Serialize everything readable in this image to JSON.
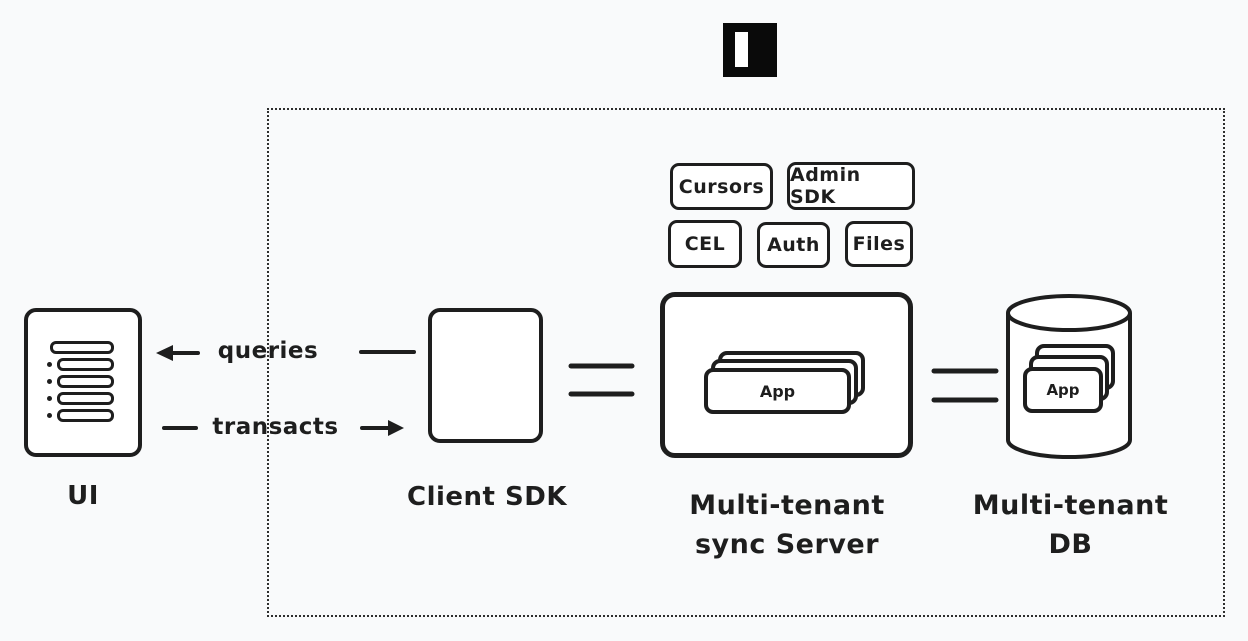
{
  "colors": {
    "background": "#f9fafb",
    "ink": "#1e1e1e",
    "node_fill": "#ffffff",
    "logo_bg": "#0a0a0a"
  },
  "icons": {
    "logo": "instant-logo",
    "ui_list": "list-icon",
    "db": "database-cylinder-icon",
    "queries_arrow": "arrow-left-icon",
    "transacts_arrow": "arrow-right-icon",
    "sync_links": "double-line-sync-icon"
  },
  "nodes": {
    "ui": {
      "label": "UI"
    },
    "client_sdk": {
      "label": "Client SDK"
    },
    "sync_server": {
      "label_line1": "Multi-tenant",
      "label_line2": "sync Server",
      "card_label": "App"
    },
    "db": {
      "label_line1": "Multi-tenant",
      "label_line2": "DB",
      "card_label": "App"
    }
  },
  "badges": [
    {
      "label": "Cursors"
    },
    {
      "label": "Admin SDK"
    },
    {
      "label": "CEL"
    },
    {
      "label": "Auth"
    },
    {
      "label": "Files"
    }
  ],
  "edges": {
    "queries_label": "queries",
    "transacts_label": "transacts"
  }
}
